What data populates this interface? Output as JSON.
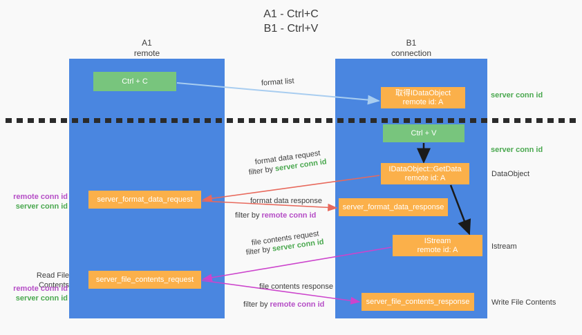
{
  "title": "A1 - Ctrl+C\nB1 - Ctrl+V",
  "columns": {
    "a1": {
      "header": "A1\nremote"
    },
    "b1": {
      "header": "B1\nconnection"
    }
  },
  "nodes": {
    "ctrl_c": {
      "label": "Ctrl + C"
    },
    "ctrl_v": {
      "label": "Ctrl + V"
    },
    "get_data_object": {
      "label": "取得IDataObject",
      "sub": "remote id: A"
    },
    "idataobject_getdata": {
      "label": "IDataObject::GetData",
      "sub": "remote id: A"
    },
    "server_format_data_request": {
      "label": "server_format_data_request"
    },
    "server_format_data_response": {
      "label": "server_format_data_response"
    },
    "istream": {
      "label": "IStream",
      "sub": "remote id: A"
    },
    "server_file_contents_request": {
      "label": "server_file_contents_request"
    },
    "server_file_contents_response": {
      "label": "server_file_contents_response"
    }
  },
  "annotations": {
    "format_list": "format list",
    "format_data_request": "format data request",
    "filter_by": "filter by ",
    "server_conn_id": "server conn id",
    "remote_conn_id": "remote conn id",
    "format_data_response": "format data response",
    "file_contents_request": "file contents request",
    "file_contents_response": "file contents response"
  },
  "side_labels": {
    "server_conn_id_top": "server conn id",
    "server_conn_id_mid": "server conn id",
    "data_object": "DataObject",
    "istream": "Istream",
    "write_file_contents": "Write File Contents",
    "read_file_contents": "Read File Contents",
    "remote_conn_id": "remote conn id",
    "server_conn_id": "server conn id"
  },
  "colors": {
    "panel_blue": "#4a86e0",
    "node_green": "#78c57d",
    "node_orange": "#fbb04a",
    "conn_green": "#4aa84f",
    "conn_magenta": "#b54dc6",
    "arrow_light_blue": "#a8cdf0",
    "arrow_red": "#e8695c",
    "arrow_magenta": "#cc44cc",
    "arrow_black": "#1a1a1a",
    "divider": "#2b2b2b"
  }
}
